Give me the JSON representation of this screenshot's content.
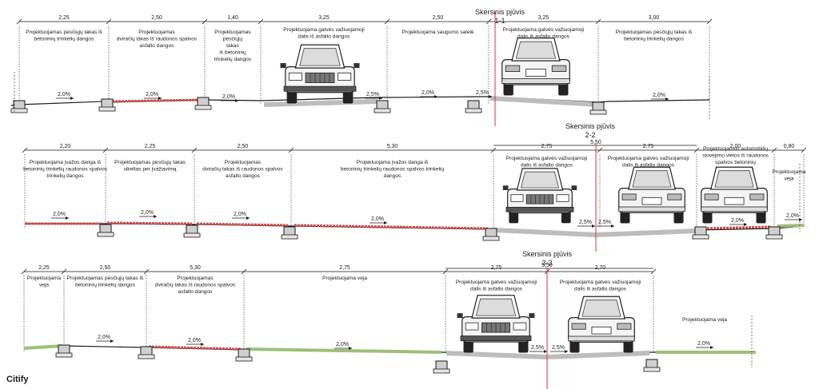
{
  "watermark": "Citify",
  "sections": [
    {
      "title": [
        "Skersinis pjūvis",
        "1-1"
      ],
      "total_width": "",
      "dims": [
        "2,25",
        "2,50",
        "1,40",
        "3,25",
        "2,50",
        "3,25",
        "3,00"
      ],
      "zones": [
        [
          "Projektuojamas pėsčiųjų takas iš",
          "betoninių trinkelių dangos"
        ],
        [
          "Projektuojamas",
          "dviračių takas iš raudonos spalvos",
          "asfalto dangos"
        ],
        [
          "Projektuojamas",
          "pėsčiųjų",
          "takas",
          "iš betoninių",
          "trinkelių dangos"
        ],
        [
          "Projektuojama gatvės važiuojamoji",
          "dalis iš asfalto dangos"
        ],
        [
          "Projektuojama saugumo salelė"
        ],
        [
          "Projektuojama gatvės važiuojamoji",
          "dalis iš asfalto dangos"
        ],
        [
          "Projektuojamas pėsčiųjų takas iš",
          "betoninių trinkelių dangos"
        ]
      ],
      "slopes": [
        "2,0%",
        "2,0%",
        "2,0%",
        "2,5%",
        "2,0%",
        "2,5%",
        "2,0%"
      ]
    },
    {
      "title": [
        "Skersinis pjūvis",
        "2-2"
      ],
      "total_width": "5,50",
      "dims": [
        "2,20",
        "2,25",
        "2,50",
        "5,30",
        "2,75",
        "2,75",
        "2,00",
        "0,80"
      ],
      "zones": [
        [
          "Projektuojama įvažos danga iš",
          "betoninių trinkelių raudonos spalvos",
          "trinkelių dangos"
        ],
        [
          "Projektuojamas pėsčiųjų takas",
          "sikeltas per įvažiavimą"
        ],
        [
          "Projektuojamas",
          "dviračių takas iš raudonos spalvos",
          "asfalto dangos"
        ],
        [
          "Projektuojama įvažos danga iš",
          "betoninių trinkelių raudonos spalvos trinkelių",
          "dangos"
        ],
        [
          "Projektuojama gatvės važiuojamoji",
          "dalis iš asfalto dangos"
        ],
        [
          "Projektuojama gatvės važiuojamoji",
          "dalis iš asfalto dangos"
        ],
        [
          "Projektuojamos automobilių",
          "stovėjimo vietos iš raudonos",
          "spalvos betoninių",
          "trinkelių dangos"
        ],
        [
          "Projektuojama",
          "veja"
        ]
      ],
      "slopes": [
        "2,0%",
        "2,0%",
        "2,0%",
        "2,0%",
        "2,5%",
        "2,5%",
        "2,0%",
        "2,0%"
      ]
    },
    {
      "title": [
        "Skersinis pjūvis",
        "3-3"
      ],
      "total_width": "5,50",
      "dims": [
        "2,25",
        "2,50",
        "5,30",
        "2,75",
        "2,75",
        "2,70"
      ],
      "zones": [
        [
          "Projektuojama",
          "veja"
        ],
        [
          "Projektuojamas pėsčiųjų takas iš",
          "betoninių trinkelių dangos"
        ],
        [
          "Projektuojamas",
          "dviračių takas iš raudonos spalvos",
          "asfalto dangos"
        ],
        [
          "Projektuojama veja"
        ],
        [
          "Projektuojama gatvės važiuojamoji",
          "dalis iš asfalto dangos"
        ],
        [
          "Projektuojama gatvės važiuojamoji",
          "dalis iš asfalto dangos"
        ],
        [
          "Projektuojama veja"
        ]
      ],
      "slopes": [
        "2,0%",
        "2,0%",
        "2,0%",
        "2,5%",
        "2,5%",
        "2,0%"
      ]
    }
  ],
  "colors": {
    "ink": "#1a1a1a",
    "axis": "#e0303a",
    "bike_lane": "#d24a4a",
    "lawn": "#9fbf78",
    "asphalt": "#bdbdbd"
  }
}
